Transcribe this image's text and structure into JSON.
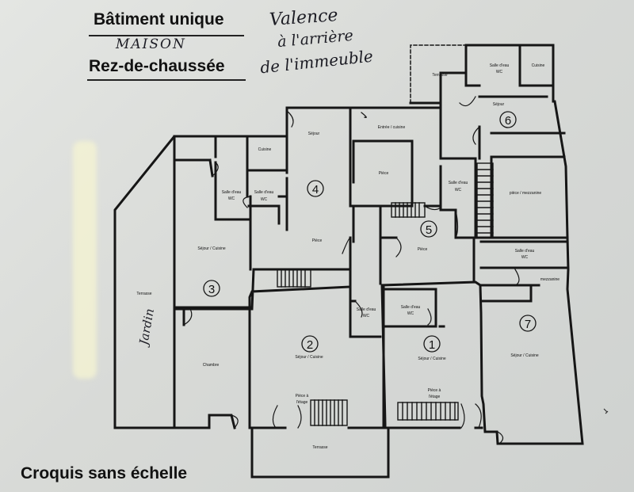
{
  "header": {
    "title": "Bâtiment unique",
    "subtitle_hand": "MAISON",
    "floor": "Rez-de-chaussée",
    "note_hand": [
      "Valence",
      "à l'arrière",
      "de l'immeuble"
    ]
  },
  "footer": "Croquis sans échelle",
  "rooms": {
    "terrasse_left": "Terrasse",
    "terrasse_left_hand": "Jardin",
    "terrasse_top": "Terrasse",
    "terrasse_bottom": "Terrasse",
    "cuisine_3": "Cuisine",
    "sde_3_a": "Salle d'eau",
    "sde_3_b": "WC",
    "sde_4_a": "Salle d'eau",
    "sde_4_b": "WC",
    "sejour_4": "Séjour",
    "piece_4": "Pièce",
    "sejour_cuisine_3": "Séjour / Cuisine",
    "chambre": "Chambre",
    "entree_cuisine": "Entrée / cuisine",
    "piece_5_top": "Pièce",
    "sde_5_a": "Salle d'eau",
    "sde_5_b": "WC",
    "piece_5": "Pièce",
    "sde_6_a": "Salle d'eau",
    "sde_6_b": "WC",
    "cuisine_6": "Cuisine",
    "sejour_6": "Séjour",
    "piece_mezzanine": "pièce / mezzanine",
    "sde_7_a": "Salle d'eau",
    "sde_7_b": "WC",
    "mezzanine": "mezzanine",
    "sejour_cuisine_7": "Séjour / Cuisine",
    "sde_2_a": "Salle d'eau",
    "sde_2_b": "WC",
    "sejour_cuisine_2": "Séjour / Cuisine",
    "piece_etage_2_a": "Pièce à",
    "piece_etage_2_b": "l'étage",
    "sde_1_a": "Salle d'eau",
    "sde_1_b": "WC",
    "sejour_cuisine_1": "Séjour / Cuisine",
    "piece_etage_1_a": "Pièce à",
    "piece_etage_1_b": "l'étage"
  },
  "units": [
    "1",
    "2",
    "3",
    "4",
    "5",
    "6",
    "7"
  ]
}
